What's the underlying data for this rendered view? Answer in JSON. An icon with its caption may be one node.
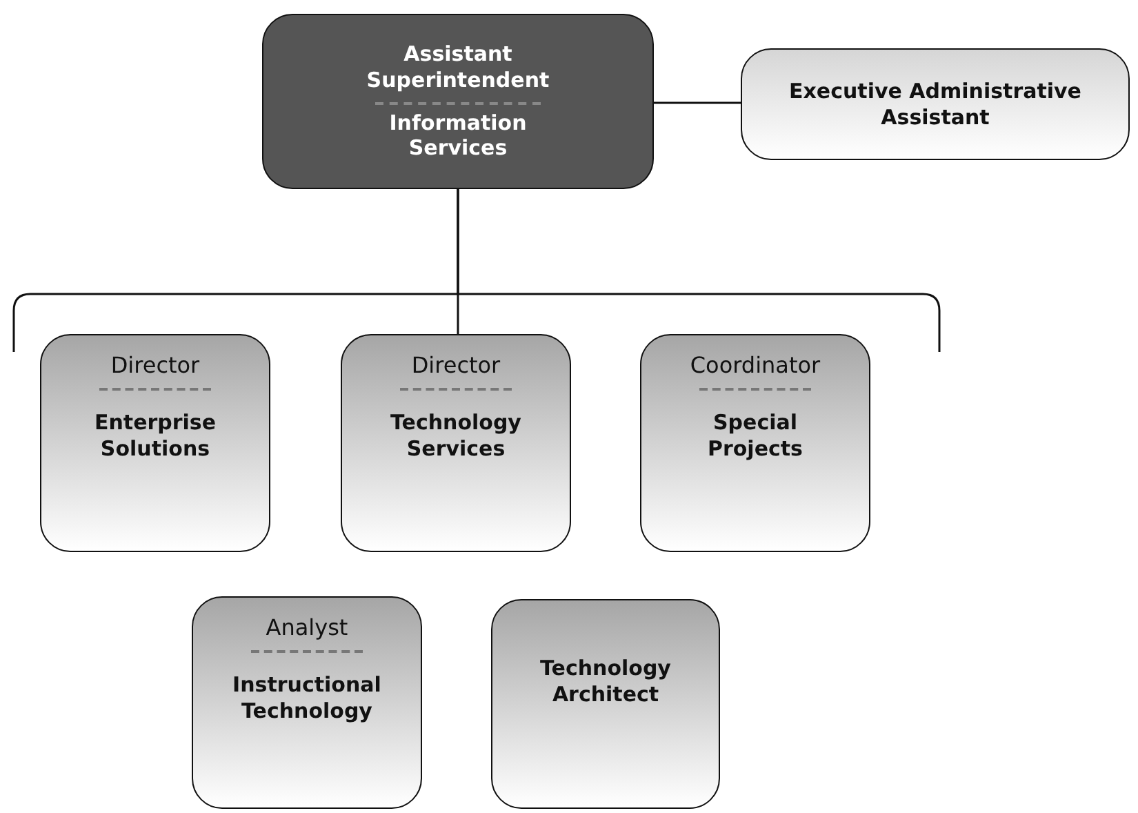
{
  "diagram": {
    "nodes": [
      {
        "text": [
          "Assistant Superintendent",
          "Information Services"
        ]
      },
      {
        "text": [
          "Executive Administrative Assistant"
        ]
      },
      {
        "text": [
          "Director",
          "Enterprise Solutions"
        ]
      },
      {
        "text": [
          "Director",
          "Technology Services"
        ]
      },
      {
        "text": [
          "Coordinator",
          "Special Projects"
        ]
      },
      {
        "text": [
          "Analyst",
          "Instructional Technology"
        ]
      },
      {
        "text": [
          "Technology Architect"
        ]
      }
    ],
    "edges": [
      {
        "from": 0,
        "to": 1,
        "arrow": "none"
      },
      {
        "from": 0,
        "to": 2,
        "arrow": "none"
      },
      {
        "from": 0,
        "to": 3,
        "arrow": "none"
      },
      {
        "from": 0,
        "to": 4,
        "arrow": "none"
      }
    ]
  }
}
